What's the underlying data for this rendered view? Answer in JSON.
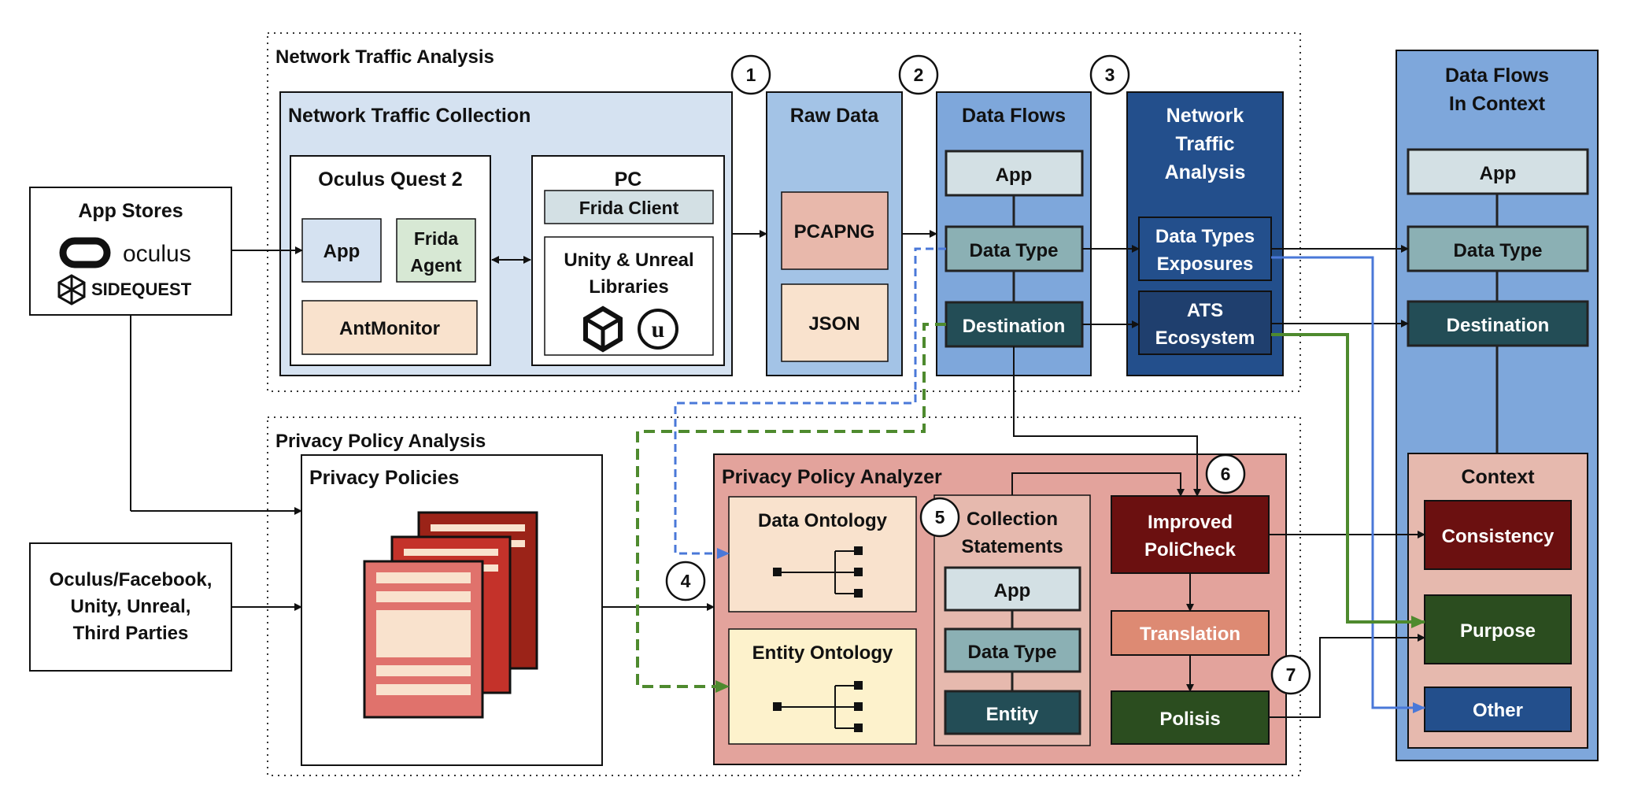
{
  "sections": {
    "network": "Network Traffic Analysis",
    "privacy": "Privacy Policy Analysis"
  },
  "app_stores": {
    "title": "App Stores",
    "oculus": "oculus",
    "sidequest": "SIDEQUEST"
  },
  "sources": {
    "line1": "Oculus/Facebook,",
    "line2": "Unity, Unreal,",
    "line3": "Third Parties"
  },
  "collection": {
    "title": "Network Traffic Collection",
    "quest": {
      "title": "Oculus Quest 2",
      "app": "App",
      "frida_line1": "Frida",
      "frida_line2": "Agent",
      "antmonitor": "AntMonitor"
    },
    "pc": {
      "title": "PC",
      "frida_client": "Frida Client",
      "libs_line1": "Unity & Unreal",
      "libs_line2": "Libraries",
      "unreal_glyph": "u"
    }
  },
  "raw_data": {
    "title": "Raw Data",
    "pcapng": "PCAPNG",
    "json": "JSON"
  },
  "data_flows": {
    "title": "Data Flows",
    "app": "App",
    "data_type": "Data Type",
    "destination": "Destination"
  },
  "nta": {
    "title_line1": "Network",
    "title_line2": "Traffic",
    "title_line3": "Analysis",
    "exposures_line1": "Data Types",
    "exposures_line2": "Exposures",
    "ats_line1": "ATS",
    "ats_line2": "Ecosystem"
  },
  "context_flows": {
    "title_line1": "Data Flows",
    "title_line2": "In Context",
    "app": "App",
    "data_type": "Data Type",
    "destination": "Destination"
  },
  "context": {
    "title": "Context",
    "consistency": "Consistency",
    "purpose": "Purpose",
    "other": "Other"
  },
  "privacy_policies": {
    "title": "Privacy Policies"
  },
  "analyzer": {
    "title": "Privacy Policy Analyzer",
    "data_ontology": "Data Ontology",
    "entity_ontology": "Entity Ontology",
    "collection_line1": "Collection",
    "collection_line2": "Statements",
    "app": "App",
    "data_type": "Data Type",
    "entity": "Entity",
    "policheck_line1": "Improved",
    "policheck_line2": "PoliCheck",
    "translation": "Translation",
    "polisis": "Polisis"
  },
  "steps": [
    "1",
    "2",
    "3",
    "4",
    "5",
    "6",
    "7"
  ],
  "colors": {
    "light_blue": "#d5e2f1",
    "mid_blue": "#a3c3e6",
    "blue": "#7ea7db",
    "dark_blue": "#234f8c",
    "navy": "#1f3f6e",
    "teal_light": "#d3e0e4",
    "teal": "#8bb0b4",
    "teal_dark": "#234d56",
    "peach": "#f9e2cd",
    "salmon": "#e8a09a",
    "pink_panel": "#e6b9ae",
    "red_dark": "#6b1010",
    "orange": "#dd8a73",
    "green_dark": "#2b4d1f",
    "green_light": "#d7e8d4",
    "cream": "#fdf2cc",
    "arrow_blue": "#4a78d8",
    "arrow_green": "#4e8a2e"
  }
}
